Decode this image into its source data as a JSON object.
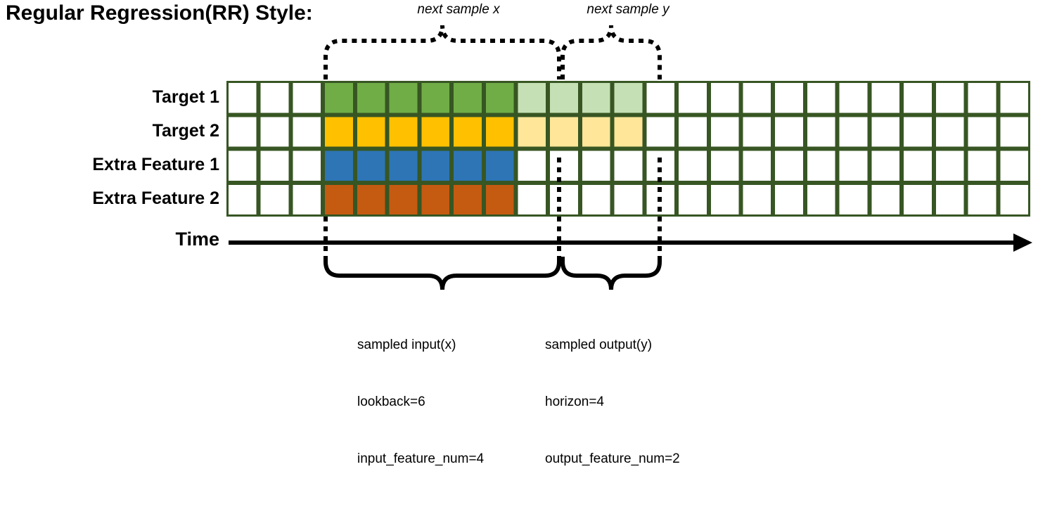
{
  "title": "Regular Regression(RR) Style:",
  "row_labels": [
    {
      "name": "target-1",
      "text": "Target 1"
    },
    {
      "name": "target-2",
      "text": "Target 2"
    },
    {
      "name": "extra-feature-1",
      "text": "Extra Feature 1"
    },
    {
      "name": "extra-feature-2",
      "text": "Extra Feature 2"
    }
  ],
  "axis": {
    "label": "Time"
  },
  "top_braces": [
    {
      "name": "next-sample-x",
      "label": "next sample x"
    },
    {
      "name": "next-sample-y",
      "label": "next sample y"
    }
  ],
  "bottom_captions": [
    {
      "name": "sampled-input",
      "line1": "sampled input(x)",
      "line2": "lookback=6",
      "line3": "input_feature_num=4"
    },
    {
      "name": "sampled-output",
      "line1": "sampled output(y)",
      "line2": "horizon=4",
      "line3": "output_feature_num=2"
    }
  ],
  "colors": {
    "grid_border": "#375623",
    "empty": "#ffffff",
    "target1_input": "#70AD47",
    "target1_output": "#C5E0B4",
    "target2_input": "#FFC000",
    "target2_output": "#FFE699",
    "extra1_input": "#2E75B6",
    "extra2_input": "#C55A11",
    "line": "#000000"
  },
  "grid": {
    "columns": 25,
    "rows": 4,
    "lead_empty_columns": 3,
    "input_columns": 6,
    "output_columns": 4,
    "trailing_empty_columns": 12,
    "row_fills": [
      [
        "#ffffff",
        "#ffffff",
        "#ffffff",
        "#70AD47",
        "#70AD47",
        "#70AD47",
        "#70AD47",
        "#70AD47",
        "#70AD47",
        "#C5E0B4",
        "#C5E0B4",
        "#C5E0B4",
        "#C5E0B4",
        "#ffffff",
        "#ffffff",
        "#ffffff",
        "#ffffff",
        "#ffffff",
        "#ffffff",
        "#ffffff",
        "#ffffff",
        "#ffffff",
        "#ffffff",
        "#ffffff",
        "#ffffff"
      ],
      [
        "#ffffff",
        "#ffffff",
        "#ffffff",
        "#FFC000",
        "#FFC000",
        "#FFC000",
        "#FFC000",
        "#FFC000",
        "#FFC000",
        "#FFE699",
        "#FFE699",
        "#FFE699",
        "#FFE699",
        "#ffffff",
        "#ffffff",
        "#ffffff",
        "#ffffff",
        "#ffffff",
        "#ffffff",
        "#ffffff",
        "#ffffff",
        "#ffffff",
        "#ffffff",
        "#ffffff",
        "#ffffff"
      ],
      [
        "#ffffff",
        "#ffffff",
        "#ffffff",
        "#2E75B6",
        "#2E75B6",
        "#2E75B6",
        "#2E75B6",
        "#2E75B6",
        "#2E75B6",
        "#ffffff",
        "#ffffff",
        "#ffffff",
        "#ffffff",
        "#ffffff",
        "#ffffff",
        "#ffffff",
        "#ffffff",
        "#ffffff",
        "#ffffff",
        "#ffffff",
        "#ffffff",
        "#ffffff",
        "#ffffff",
        "#ffffff",
        "#ffffff"
      ],
      [
        "#ffffff",
        "#ffffff",
        "#ffffff",
        "#C55A11",
        "#C55A11",
        "#C55A11",
        "#C55A11",
        "#C55A11",
        "#C55A11",
        "#ffffff",
        "#ffffff",
        "#ffffff",
        "#ffffff",
        "#ffffff",
        "#ffffff",
        "#ffffff",
        "#ffffff",
        "#ffffff",
        "#ffffff",
        "#ffffff",
        "#ffffff",
        "#ffffff",
        "#ffffff",
        "#ffffff",
        "#ffffff"
      ]
    ]
  }
}
